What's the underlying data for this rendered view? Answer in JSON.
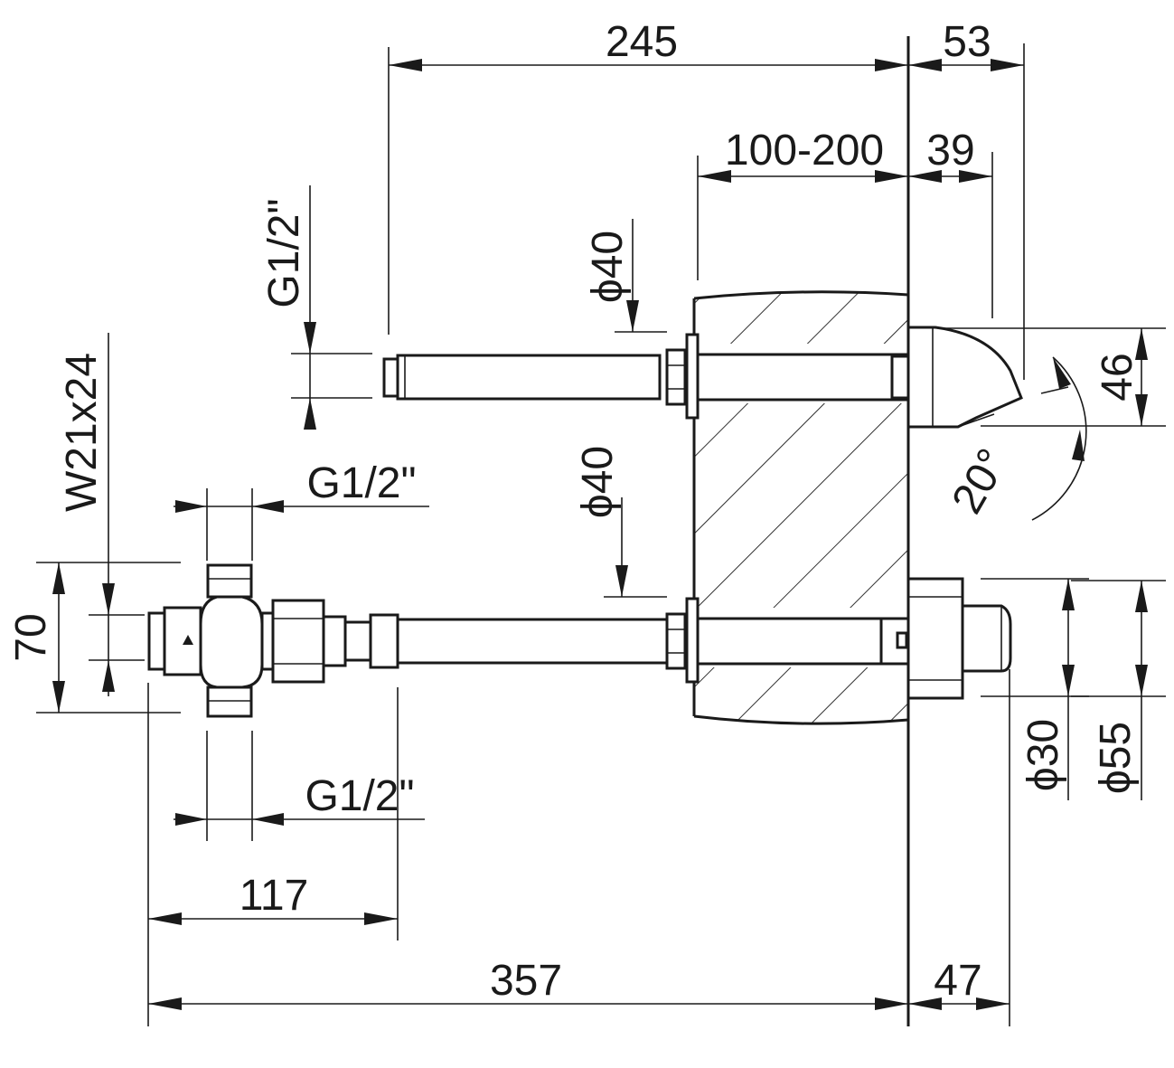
{
  "drawing": {
    "labels": {
      "dim_245": "245",
      "dim_53": "53",
      "dim_100_200": "100-200",
      "dim_39": "39",
      "dim_g_top": "G1/2\"",
      "dim_d40_top": "ϕ40",
      "dim_46": "46",
      "dim_20deg": "20°",
      "dim_w21x24": "W21x24",
      "dim_g_mid": "G1/2\"",
      "dim_d40_bottom": "ϕ40",
      "dim_70": "70",
      "dim_d30": "ϕ30",
      "dim_d55": "ϕ55",
      "dim_g_low": "G1/2\"",
      "dim_117": "117",
      "dim_357": "357",
      "dim_47": "47"
    },
    "colors": {
      "line": "#1a1a1a",
      "background": "#ffffff"
    }
  }
}
